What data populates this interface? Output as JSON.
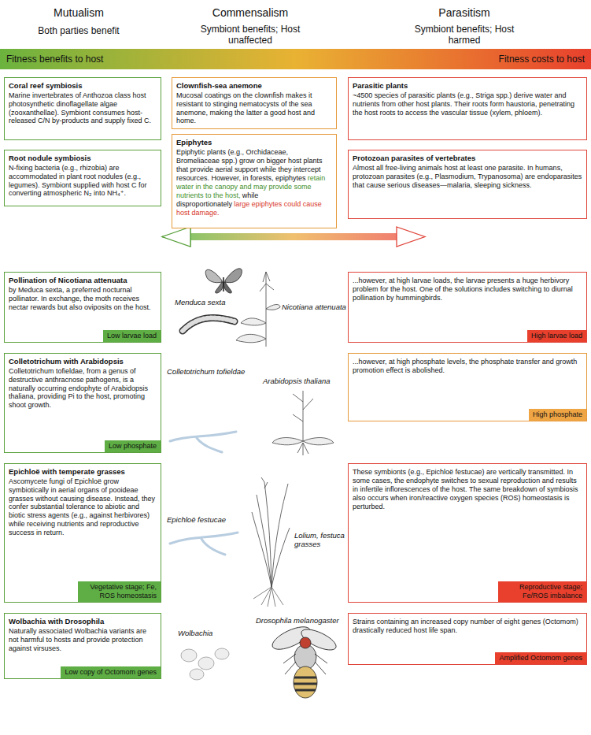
{
  "diagram": {
    "nodes": [
      {
        "text": [
          "Coral reef symbiosis",
          "Marine invertebrates of Anthozoa class host photosynthetic dinoflagellate algae (zooxanthellae). Symbiont consumes host-released C/N by-products and supply fixed C."
        ]
      },
      {
        "text": [
          "Clownfish-sea anemone",
          "Mucosal coatings on the clownfish makes it resistant to stinging nematocysts of the sea anemone, making the latter a good host and home."
        ]
      },
      {
        "text": [
          "Parasitic plants",
          "~4500 species of parasitic plants (e.g., Striga spp.) derive water and nutrients from other host plants. Their roots form haustoria, penetrating the host roots to access the vascular tissue (xylem, phloem)."
        ]
      },
      {
        "text": [
          "Root nodule symbiosis",
          "N-fixing bacteria (e.g., rhizobia) are accommodated in plant root nodules (e.g., legumes). Symbiont supplied with host C for converting atmospheric N₂ into NH₄⁺."
        ]
      },
      {
        "text": [
          "Epiphytes",
          "Epiphytic plants (e.g., Orchidaceae, Bromeliaceae spp.) grow on bigger host plants that provide aerial support while they intercept resources. However, in forests, epiphytes",
          "retain water in the canopy and may provide some nutrients to the host,",
          "while disproportionately",
          "large epiphytes could cause host damage."
        ]
      },
      {
        "text": [
          "Protozoan parasites of vertebrates",
          "Almost all free-living animals host at least one parasite. In humans, protozoan parasites (e.g., Plasmodium, Trypanosoma) are endoparasites that cause serious diseases—malaria, sleeping sickness."
        ]
      },
      {
        "text": [
          "Pollination of Nicotiana attenuata",
          "by Meduca sexta, a preferred nocturnal pollinator. In exchange, the moth receives nectar rewards but also oviposits on the host."
        ]
      },
      {
        "text": [
          "Low larvae load"
        ],
        "in": 6
      },
      {
        "text": [
          "...however, at high larvae loads, the larvae presents a huge herbivory problem for the host. One of the solutions includes switching to diurnal pollination by hummingbirds."
        ]
      },
      {
        "text": [
          "High larvae load"
        ],
        "in": 8
      },
      {
        "text": [
          "Colletotrichum with Arabidopsis",
          "Colletotrichum tofieldae, from a genus of destructive anthracnose pathogens, is a naturally occurring endophyte of Arabidopsis thaliana, providing Pi to the host, promoting shoot growth."
        ]
      },
      {
        "text": [
          "Low phosphate"
        ],
        "in": 10
      },
      {
        "text": [
          "...however, at high phosphate levels, the phosphate transfer and growth promotion effect is abolished."
        ]
      },
      {
        "text": [
          "High phosphate"
        ],
        "in": 12
      },
      {
        "text": [
          "Epichloë with temperate grasses",
          "Ascomycete fungi of Epichloë grow symbiotically in aerial organs of pooideae grasses without causing disease. Instead, they confer substantial tolerance to abiotic and biotic stress agents (e.g., against herbivores) while receiving nutrients and reproductive success in return."
        ]
      },
      {
        "text": [
          "Vegetative stage; Fe, ROS homeostasis"
        ],
        "in": 14
      },
      {
        "text": [
          "These symbionts (e.g., Epichloë festucae) are vertically transmitted. In some cases, the endophyte switches to sexual reproduction and results in infertile inflorescences of the host. The same breakdown of symbiosis also occurs when iron/reactive oxygen species (ROS) homeostasis is perturbed."
        ]
      },
      {
        "text": [
          "Reproductive stage; Fe/ROS imbalance"
        ],
        "in": 16
      },
      {
        "text": [
          "Wolbachia with Drosophila",
          "Naturally associated Wolbachia variants are not harmful to hosts and provide protection against virsuses."
        ]
      },
      {
        "text": [
          "Low copy of Octomom genes"
        ],
        "in": 18
      },
      {
        "text": [
          "Strains containing an increased copy number of eight genes (Octomom) drastically reduced host life span."
        ]
      },
      {
        "text": [
          "Amplified Octomom genes"
        ],
        "in": 20
      }
    ],
    "labels": [
      "Mutualism",
      "Both parties benefit",
      "Commensalism",
      "Symbiont benefits; Host unaffected",
      "Parasitism",
      "Symbiont benefits; Host harmed",
      "Fitness benefits to host",
      "Fitness costs to host",
      "Menduca sexta",
      "Nicotiana attenuata",
      "Colletotrichum tofieldae",
      "Arabidopsis thaliana",
      "Epichloë festucae",
      "Lolium, festuca grasses",
      "Wolbachia",
      "Drosophila melanogaster"
    ]
  }
}
